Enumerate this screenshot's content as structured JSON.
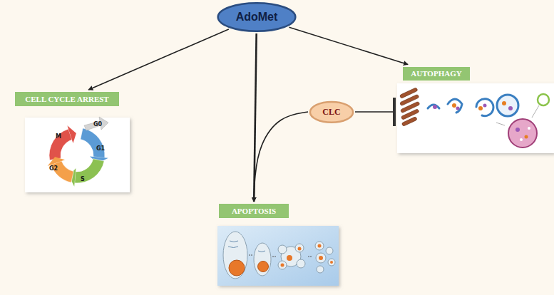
{
  "diagram": {
    "nodes": [
      {
        "text": [
          "AdoMet"
        ]
      },
      {
        "text": [
          "CELL CYCLE ARREST"
        ]
      },
      {
        "text": [
          "AUTOPHAGY"
        ]
      },
      {
        "text": [
          "APOPTOSIS"
        ]
      },
      {
        "text": [
          "CLC"
        ]
      }
    ],
    "edges": [
      {
        "from": 0,
        "to": 1,
        "arrow": "to"
      },
      {
        "from": 0,
        "to": 2,
        "arrow": "to"
      },
      {
        "from": 0,
        "to": 3,
        "arrow": "to"
      },
      {
        "from": 4,
        "to": 3,
        "arrow": "to"
      },
      {
        "from": 4,
        "to": 2,
        "arrow": "to"
      }
    ],
    "labels": [
      "M",
      "G1",
      "S",
      "G2",
      "G0"
    ]
  }
}
